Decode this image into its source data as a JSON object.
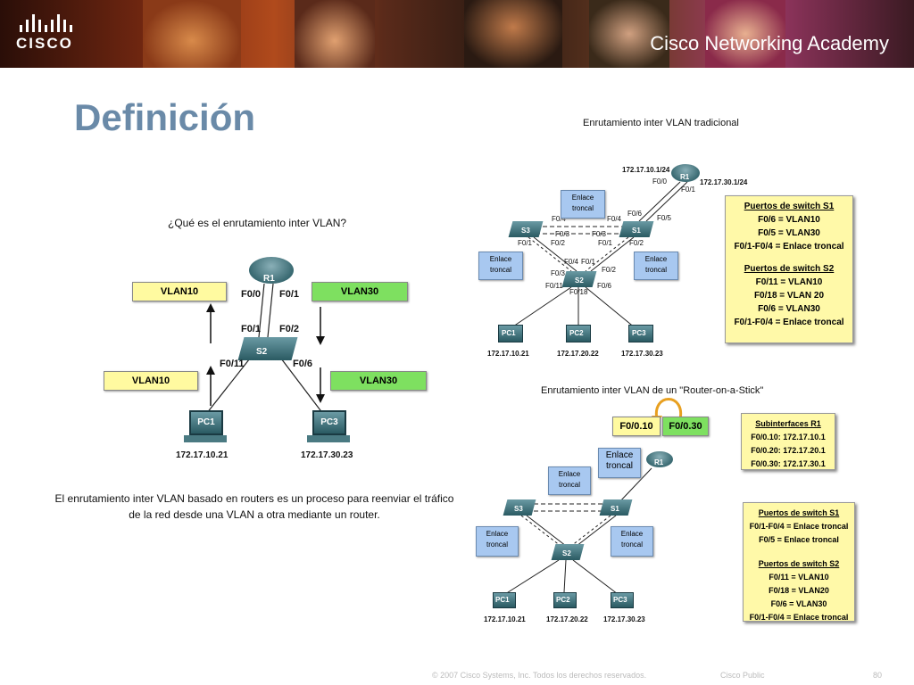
{
  "header": {
    "logo_text": "CISCO",
    "academy": "Cisco Networking Academy"
  },
  "title": "Definición",
  "left": {
    "question": "¿Qué es el enrutamiento inter VLAN?",
    "router": "R1",
    "switch": "S2",
    "ports": {
      "r_f00": "F0/0",
      "r_f01": "F0/1",
      "s_f01": "F0/1",
      "s_f02": "F0/2",
      "s_f011": "F0/11",
      "s_f06": "F0/6"
    },
    "vlan_top_left": "VLAN10",
    "vlan_top_right": "VLAN30",
    "vlan_bottom_left": "VLAN10",
    "vlan_bottom_right": "VLAN30",
    "pc1": "PC1",
    "pc3": "PC3",
    "ip_pc1": "172.17.10.21",
    "ip_pc3": "172.17.30.23",
    "description": "El enrutamiento inter VLAN basado en routers es un proceso para reenviar el tráfico de la red desde una VLAN a otra mediante un router."
  },
  "top_right": {
    "title": "Enrutamiento inter VLAN tradicional",
    "r1": "R1",
    "s1": "S1",
    "s2": "S2",
    "s3": "S3",
    "ip_r_left": "172.17.10.1/24",
    "ip_r_right": "172.17.30.1/24",
    "trunk": "Enlace troncal",
    "ports": [
      "F0/0",
      "F0/1",
      "F0/5",
      "F0/6",
      "F0/4",
      "F0/4",
      "F0/3",
      "F0/3",
      "F0/1",
      "F0/2",
      "F0/1",
      "F0/2",
      "F0/4",
      "F0/1",
      "F0/3",
      "F0/2",
      "F0/11",
      "F0/18",
      "F0/6"
    ],
    "pc1": "PC1",
    "pc2": "PC2",
    "pc3": "PC3",
    "ip_pc1": "172.17.10.21",
    "ip_pc2": "172.17.20.22",
    "ip_pc3": "172.17.30.23",
    "info": {
      "h1": "Puertos de switch S1",
      "s1": [
        "F0/6 = VLAN10",
        "F0/5 = VLAN30",
        "F0/1-F0/4 = Enlace troncal"
      ],
      "h2": "Puertos de switch S2",
      "s2": [
        "F0/11 = VLAN10",
        "F0/18 = VLAN 20",
        "F0/6 = VLAN30",
        "F0/1-F0/4 = Enlace troncal"
      ]
    }
  },
  "bottom_right": {
    "title": "Enrutamiento inter VLAN de un \"Router-on-a-Stick\"",
    "sub_left": "F0/0.10",
    "sub_right": "F0/0.30",
    "r1": "R1",
    "s1": "S1",
    "s2": "S2",
    "s3": "S3",
    "trunk": "Enlace troncal",
    "pc1": "PC1",
    "pc2": "PC2",
    "pc3": "PC3",
    "ip_pc1": "172.17.10.21",
    "ip_pc2": "172.17.20.22",
    "ip_pc3": "172.17.30.23",
    "subif": {
      "h": "Subinterfaces R1",
      "items": [
        "F0/0.10: 172.17.10.1",
        "F0/0.20: 172.17.20.1",
        "F0/0.30: 172.17.30.1"
      ]
    },
    "info": {
      "h1": "Puertos de switch S1",
      "s1": [
        "F0/1-F0/4 = Enlace troncal",
        "F0/5 = Enlace troncal"
      ],
      "h2": "Puertos de switch S2",
      "s2": [
        "F0/11 = VLAN10",
        "F0/18 = VLAN20",
        "F0/6 = VLAN30",
        "F0/1-F0/4 = Enlace troncal"
      ]
    }
  },
  "footer": {
    "copyright": "© 2007 Cisco Systems, Inc. Todos los derechos reservados.",
    "classification": "Cisco Public",
    "page": "80"
  }
}
